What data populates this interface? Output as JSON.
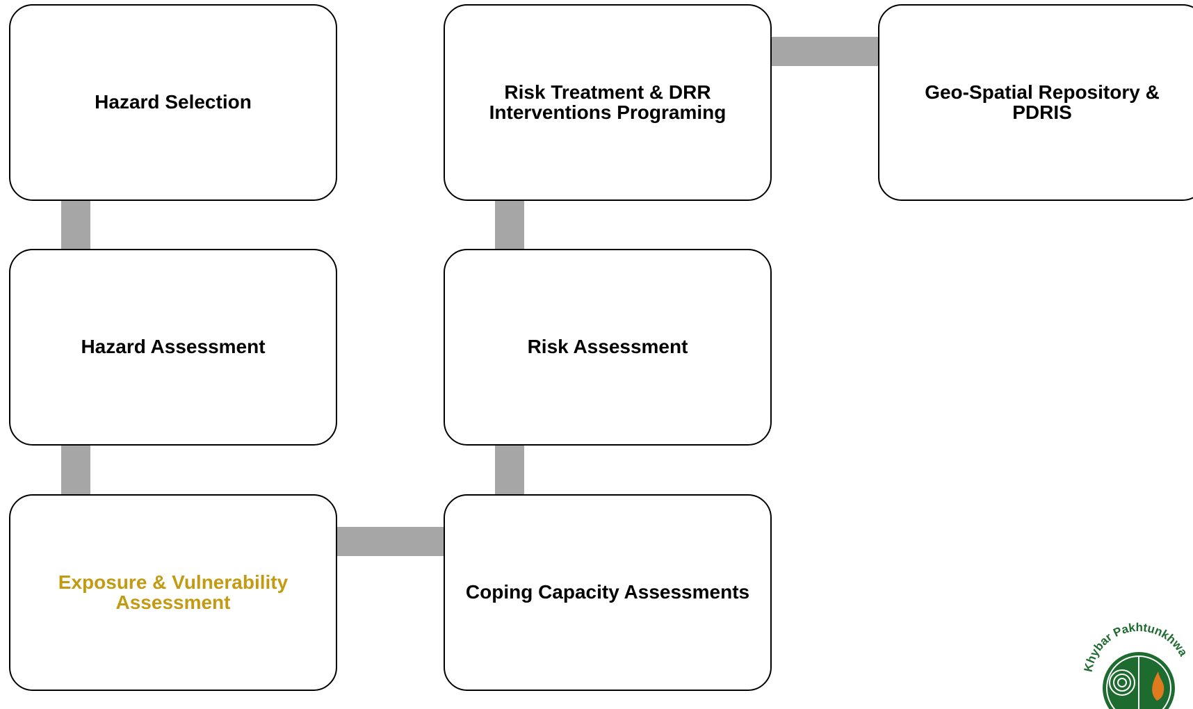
{
  "diagram": {
    "boxes": {
      "hazard_selection": {
        "label": "Hazard Selection"
      },
      "hazard_assessment": {
        "label": "Hazard Assessment"
      },
      "exposure_vulnerability": {
        "label": "Exposure & Vulnerability\nAssessment",
        "color": "#c39b12"
      },
      "coping_capacity": {
        "label": "Coping Capacity Assessments"
      },
      "risk_assessment": {
        "label": "Risk Assessment"
      },
      "risk_treatment": {
        "label": "Risk Treatment & DRR\nInterventions Programing"
      },
      "geo_spatial": {
        "label": "Geo-Spatial Repository &\nPDRIS"
      }
    },
    "connector_color": "#a6a6a6",
    "box_border_color": "#000000"
  },
  "logo": {
    "text": "Khybar Pakhtunkhwa",
    "icon": "provincial-seal-icon",
    "colors": {
      "ring": "#1e6b30",
      "flame": "#e07a1f"
    }
  }
}
